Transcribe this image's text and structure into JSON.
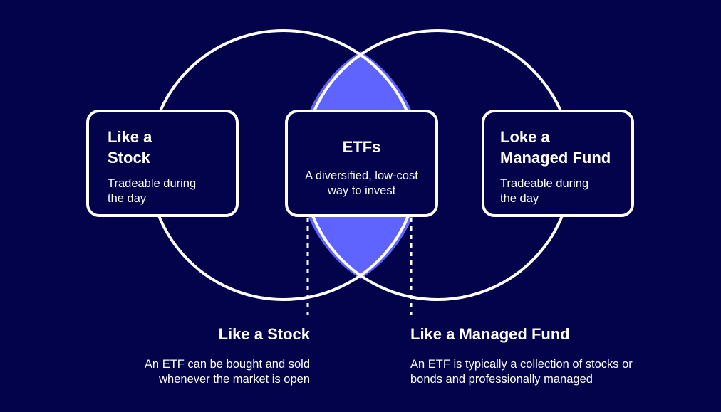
{
  "colors": {
    "background": "#02034a",
    "overlap_fill": "#5f63ff",
    "stroke": "#ffffff"
  },
  "boxes": {
    "left": {
      "title_line1": "Like a",
      "title_line2": "Stock",
      "desc_line1": "Tradeable during",
      "desc_line2": "the day"
    },
    "center": {
      "title": "ETFs",
      "desc_line1": "A diversified, low-cost",
      "desc_line2": "way to invest"
    },
    "right": {
      "title_line1": "Loke a",
      "title_line2": "Managed Fund",
      "desc_line1": "Tradeable during",
      "desc_line2": "the day"
    }
  },
  "captions": {
    "left": {
      "title": "Like a Stock",
      "desc_line1": "An ETF can be bought and sold",
      "desc_line2": "whenever the market is open"
    },
    "right": {
      "title": "Like a Managed Fund",
      "desc_line1": "An ETF is typically a collection of stocks or",
      "desc_line2": "bonds and professionally managed"
    }
  }
}
